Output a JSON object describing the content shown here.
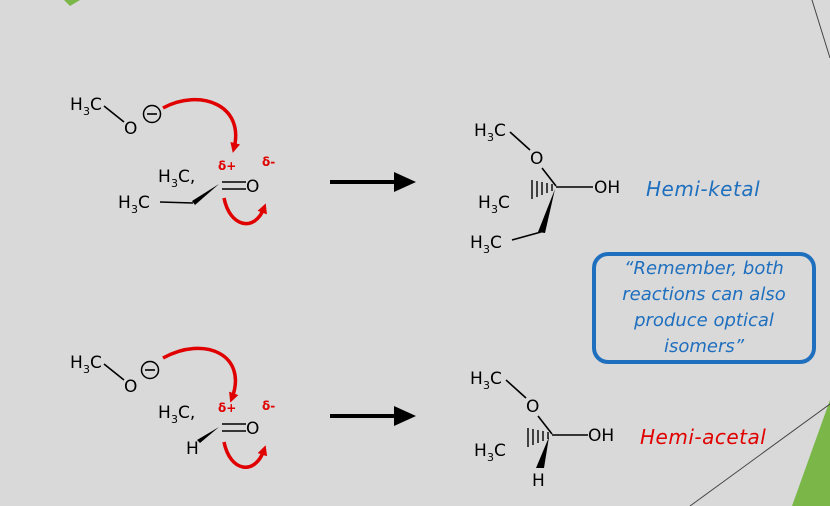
{
  "colors": {
    "background": "#d9d9d9",
    "arrow_red": "#e00000",
    "ketal_blue": "#1f6fbf",
    "accent_green": "#7ab648"
  },
  "reaction1": {
    "methoxide": {
      "h": "H",
      "sub3": "3",
      "c": "C",
      "o": "O",
      "charge": "⊖"
    },
    "ketone": {
      "top_h": "H",
      "top_sub": "3",
      "top_c": "C,",
      "left_h": "H",
      "left_sub": "3",
      "left_c": "C",
      "o": "O",
      "delta_plus": "δ+",
      "delta_minus": "δ-"
    },
    "product": {
      "top_h": "H",
      "top_sub": "3",
      "top_c": "C",
      "o": "O",
      "mid_h": "H",
      "mid_sub": "3",
      "mid_c": "C",
      "oh": "OH",
      "bot_h": "H",
      "bot_sub": "3",
      "bot_c": "C"
    },
    "label": "Hemi-ketal"
  },
  "reaction2": {
    "methoxide": {
      "h": "H",
      "sub3": "3",
      "c": "C",
      "o": "O",
      "charge": "⊖"
    },
    "aldehyde": {
      "top_h": "H",
      "top_sub": "3",
      "top_c": "C,",
      "h": "H",
      "o": "O",
      "delta_plus": "δ+",
      "delta_minus": "δ-"
    },
    "product": {
      "top_h": "H",
      "top_sub": "3",
      "top_c": "C",
      "o": "O",
      "mid_h": "H",
      "mid_sub": "3",
      "mid_c": "C",
      "oh": "OH",
      "bot_h": "H"
    },
    "label": "Hemi-acetal"
  },
  "note": {
    "line1": "“Remember, both",
    "line2": "reactions can also",
    "line3": "produce optical",
    "line4": "isomers”"
  }
}
